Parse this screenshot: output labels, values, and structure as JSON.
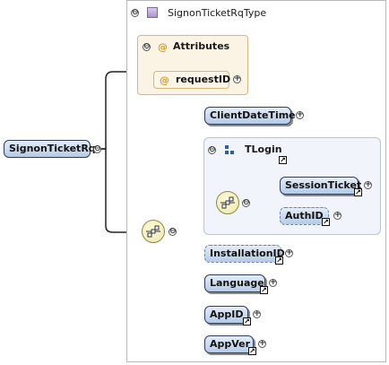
{
  "diagram": {
    "root": {
      "label": "SignonTicketRq"
    },
    "complex_type": {
      "label": "SignonTicketRqType"
    },
    "attributes": {
      "label": "Attributes",
      "items": [
        {
          "label": "requestID"
        }
      ]
    },
    "sequence_children": [
      {
        "label": "ClientDateTime"
      },
      {
        "label": "InstallationID"
      },
      {
        "label": "Language"
      },
      {
        "label": "AppID"
      },
      {
        "label": "AppVer"
      }
    ],
    "choice_group": {
      "label": "TLogin",
      "children": [
        {
          "label": "SessionTicket"
        },
        {
          "label": "AuthID"
        }
      ]
    },
    "icons": {
      "collapse": "⊖",
      "expand": "+",
      "attribute": "@",
      "link": "↗"
    }
  }
}
